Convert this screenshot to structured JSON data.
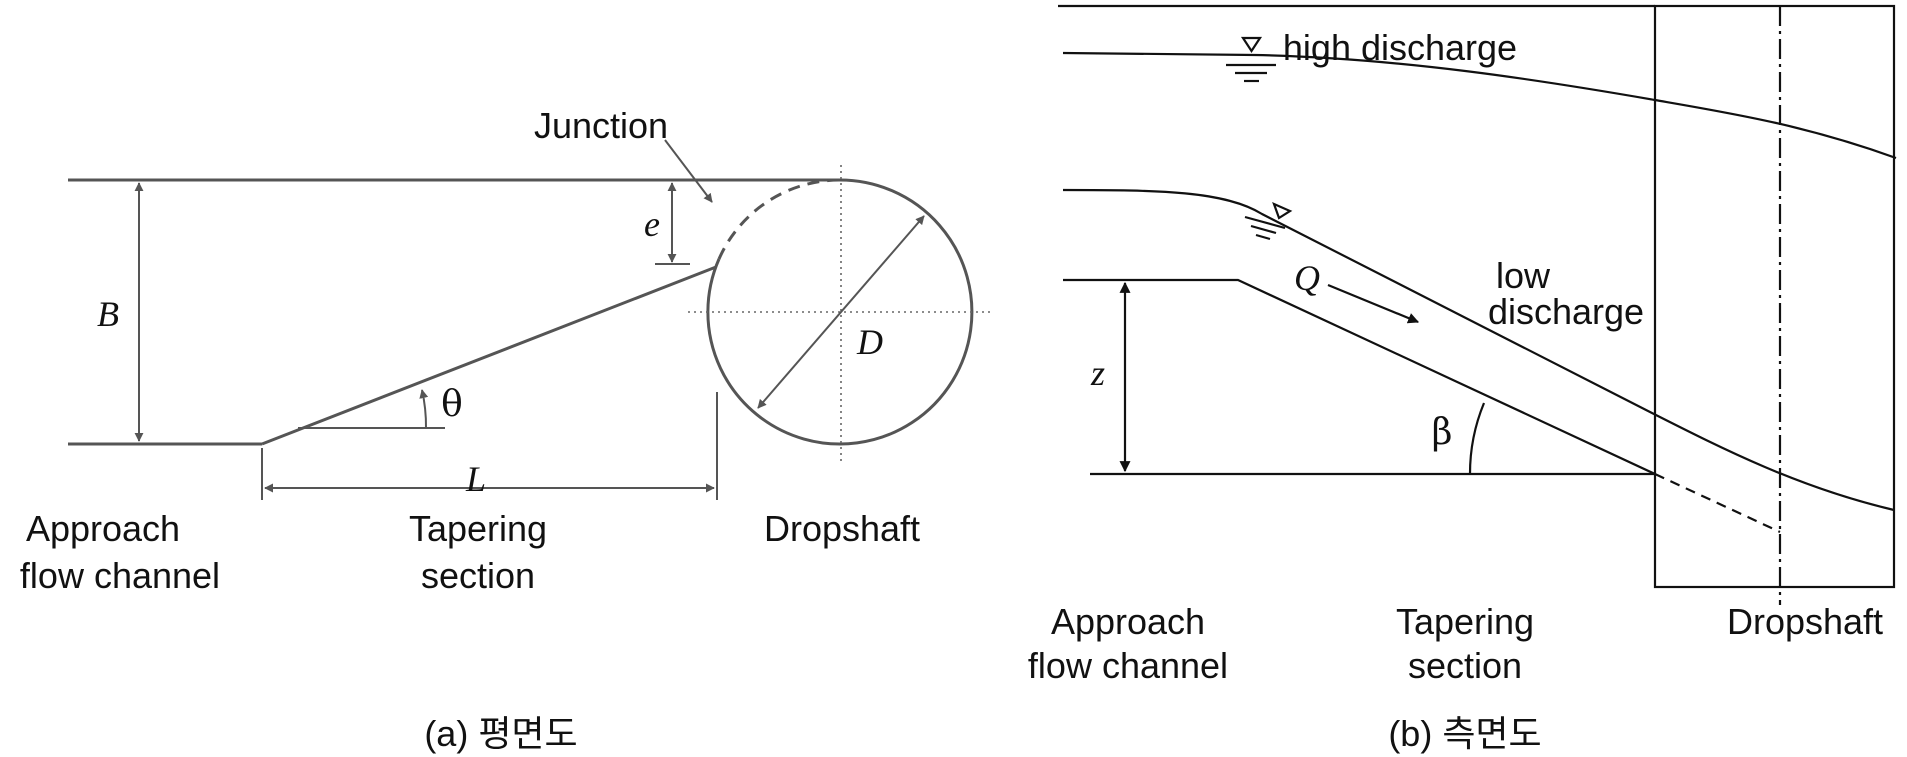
{
  "panel_a": {
    "junction": "Junction",
    "symbol_e": "e",
    "symbol_B": "B",
    "symbol_D": "D",
    "symbol_theta": "θ",
    "symbol_L": "L",
    "approach_line1": "Approach",
    "approach_line2": "flow channel",
    "tapering_line1": "Tapering",
    "tapering_line2": "section",
    "dropshaft": "Dropshaft",
    "caption": "(a) 평면도"
  },
  "panel_b": {
    "high_discharge": "high discharge",
    "low_discharge_line1": "low",
    "low_discharge_line2": "discharge",
    "symbol_Q": "Q",
    "symbol_z": "z",
    "symbol_beta": "β",
    "approach_line1": "Approach",
    "approach_line2": "flow channel",
    "tapering_line1": "Tapering",
    "tapering_line2": "section",
    "dropshaft": "Dropshaft",
    "caption": "(b) 측면도"
  },
  "colors": {
    "panel_a_lines": "#555555",
    "panel_b_lines": "#111111"
  }
}
